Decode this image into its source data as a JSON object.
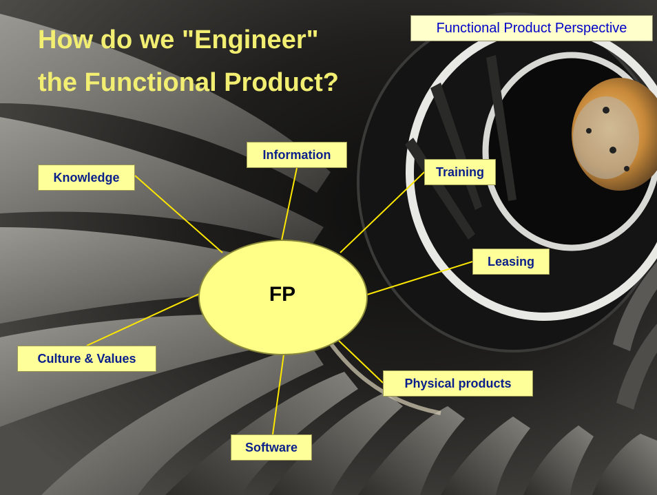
{
  "slide": {
    "title_line_1": "How do we \"Engineer\"",
    "title_line_2": "the Functional Product?",
    "tag": "Functional Product Perspective"
  },
  "diagram": {
    "hub": {
      "label": "FP"
    },
    "nodes": [
      {
        "id": "knowledge",
        "label": "Knowledge"
      },
      {
        "id": "information",
        "label": "Information"
      },
      {
        "id": "training",
        "label": "Training"
      },
      {
        "id": "leasing",
        "label": "Leasing"
      },
      {
        "id": "physical-products",
        "label": "Physical products"
      },
      {
        "id": "software",
        "label": "Software"
      },
      {
        "id": "culture-values",
        "label": "Culture & Values"
      }
    ]
  },
  "colors": {
    "title": "#f2ee72",
    "node_fill": "#ffff99",
    "node_text": "#0a1f8a",
    "hub_fill": "#ffff88",
    "connector": "#ffe800",
    "tag_fill": "#ffffcc",
    "tag_text": "#0000c8"
  }
}
